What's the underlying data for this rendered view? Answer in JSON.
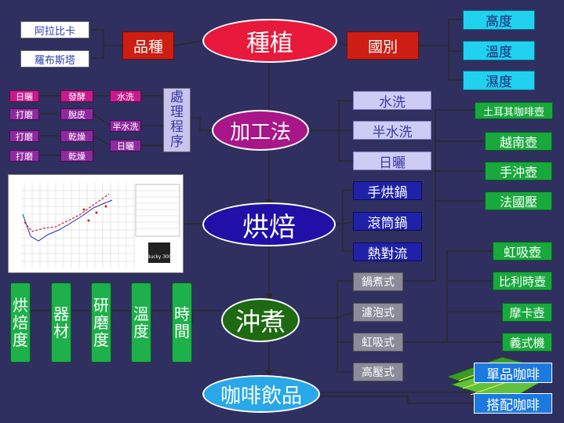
{
  "center_nodes": {
    "planting": "種植",
    "processing": "加工法",
    "roasting": "烘焙",
    "brewing": "沖煮",
    "drinks": "咖啡飲品"
  },
  "planting": {
    "variety": "品種",
    "varieties": [
      "阿拉比卡",
      "羅布斯塔"
    ],
    "country": "國別",
    "country_factors": [
      "高度",
      "溫度",
      "濕度"
    ]
  },
  "processing": {
    "handling": "處理程序",
    "steps_row1": [
      "日曬",
      "發酵",
      "水洗"
    ],
    "steps_row2": [
      "打磨",
      "脫皮",
      "半水洗"
    ],
    "steps_row3": [
      "打磨",
      "乾燥",
      "日曬"
    ],
    "steps_row4": [
      "打磨",
      "乾燥"
    ],
    "methods": [
      "水洗",
      "半水洗",
      "日曬"
    ]
  },
  "roasting": {
    "chart_label": "Bucky 300",
    "methods": [
      "手烘鍋",
      "滾筒鍋",
      "熱對流"
    ],
    "factors": [
      "烘焙度",
      "器材",
      "研磨度",
      "溫度",
      "時間"
    ]
  },
  "brewing": {
    "methods": [
      "鍋煮式",
      "濾泡式",
      "虹吸式",
      "高壓式"
    ],
    "pots_a": [
      "土耳其咖啡壺",
      "越南壺",
      "手沖壺",
      "法國壓"
    ],
    "pots_b": [
      "虹吸壺",
      "比利時壺",
      "摩卡壺",
      "義式機"
    ]
  },
  "drinks": {
    "types": [
      "單品咖啡",
      "搭配咖啡"
    ]
  }
}
